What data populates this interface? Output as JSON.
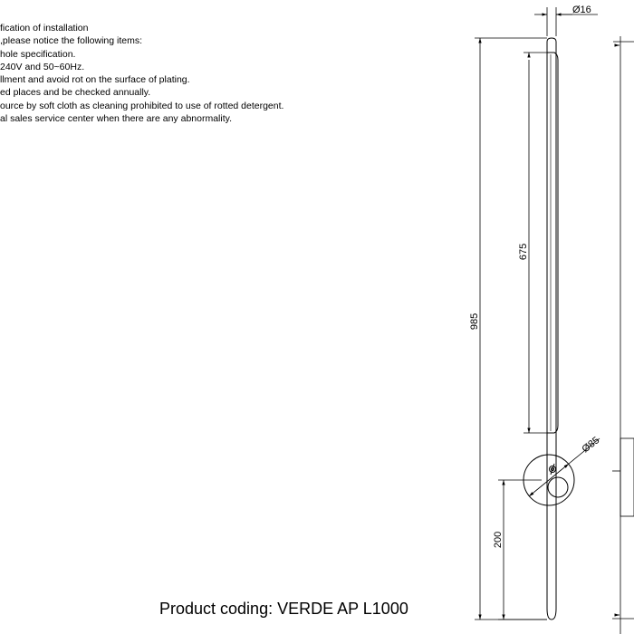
{
  "notes": [
    "fication of installation",
    ",please notice the following items:",
    "hole specification.",
    "240V and 50~60Hz.",
    "llment and avoid rot on the surface of plating.",
    "ed places and be checked annually.",
    "ource by soft cloth as cleaning prohibited to use of rotted detergent.",
    "al sales service center when there are any abnormality."
  ],
  "dimensions": {
    "tube_diameter": "Ø16",
    "light_length": "675",
    "total_length": "985",
    "base_diameter": "Ø85",
    "mount_height": "200"
  },
  "product_coding": "Product coding: VERDE AP L1000"
}
